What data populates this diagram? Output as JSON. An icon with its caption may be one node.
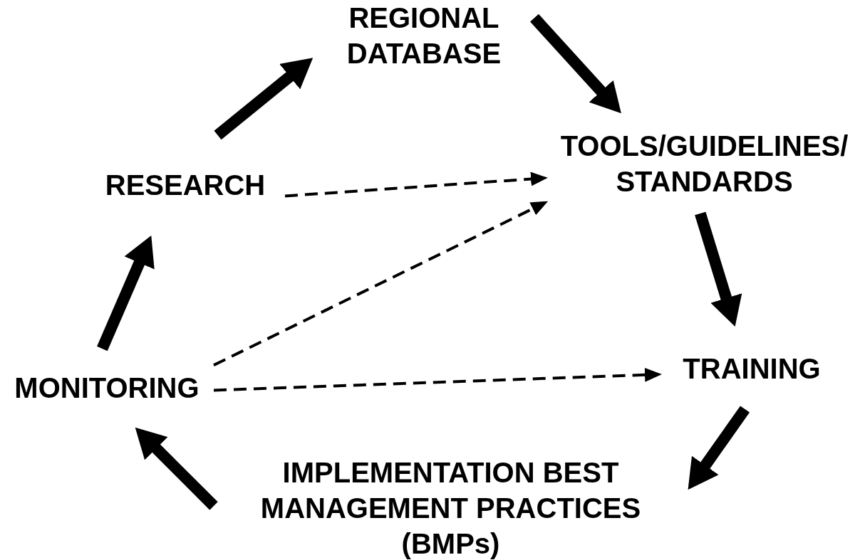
{
  "diagram": {
    "nodes": [
      {
        "text": [
          "REGIONAL DATABASE"
        ]
      },
      {
        "text": [
          "TOOLS/GUIDELINES/ STANDARDS"
        ]
      },
      {
        "text": [
          "TRAINING"
        ]
      },
      {
        "text": [
          "IMPLEMENTATION BEST MANAGEMENT PRACTICES (BMPs)"
        ]
      },
      {
        "text": [
          "MONITORING"
        ]
      },
      {
        "text": [
          "RESEARCH"
        ]
      }
    ],
    "edges": [
      {
        "from": 5,
        "to": 0,
        "arrow": "to"
      },
      {
        "from": 0,
        "to": 1,
        "arrow": "to"
      },
      {
        "from": 1,
        "to": 2,
        "arrow": "to"
      },
      {
        "from": 2,
        "to": 3,
        "arrow": "to"
      },
      {
        "from": 3,
        "to": 4,
        "arrow": "to"
      },
      {
        "from": 4,
        "to": 5,
        "arrow": "to"
      },
      {
        "from": 5,
        "to": 1,
        "arrow": "to",
        "style": "dashed"
      },
      {
        "from": 4,
        "to": 1,
        "arrow": "to",
        "style": "dashed"
      },
      {
        "from": 4,
        "to": 2,
        "arrow": "to",
        "style": "dashed"
      }
    ]
  }
}
